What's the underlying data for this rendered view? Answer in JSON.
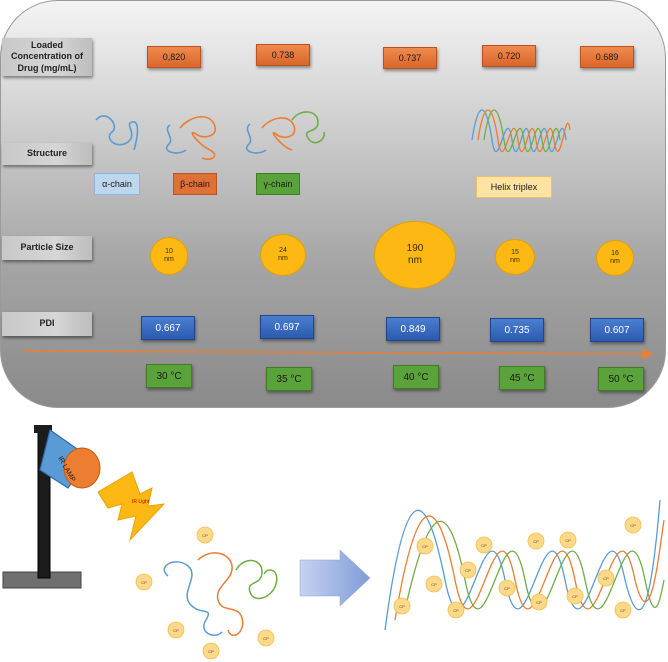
{
  "table": {
    "row_labels": {
      "concentration": "Loaded Concentration of Drug (mg/mL)",
      "structure": "Structure",
      "particle_size": "Particle Size",
      "pdi": "PDI"
    },
    "concentrations": [
      "0,820",
      "0.738",
      "0.737",
      "0.720",
      "0.689"
    ],
    "chain_labels": [
      "α-chain",
      "β-chain",
      "γ-chain",
      "Helix triplex"
    ],
    "particle_sizes": [
      {
        "value": "10",
        "unit": "nm"
      },
      {
        "value": "24",
        "unit": "nm"
      },
      {
        "value": "190",
        "unit": "nm"
      },
      {
        "value": "15",
        "unit": "nm"
      },
      {
        "value": "16",
        "unit": "nm"
      }
    ],
    "pdi": [
      "0.667",
      "0.697",
      "0.849",
      "0.735",
      "0.607"
    ],
    "temperatures": [
      "30 °C",
      "35 °C",
      "40 °C",
      "45 °C",
      "50 °C"
    ]
  },
  "illustration": {
    "lamp_text": "IR LAMP",
    "bolt_text": "IR Light",
    "drug_label": "CP"
  },
  "colors": {
    "alpha": "#5b9bd5",
    "beta": "#ed7d31",
    "gamma": "#70ad47",
    "orange_box": "#e07035",
    "blue_box": "#3a6cc0",
    "green_box": "#5aa33a",
    "gold": "#fdb813"
  }
}
